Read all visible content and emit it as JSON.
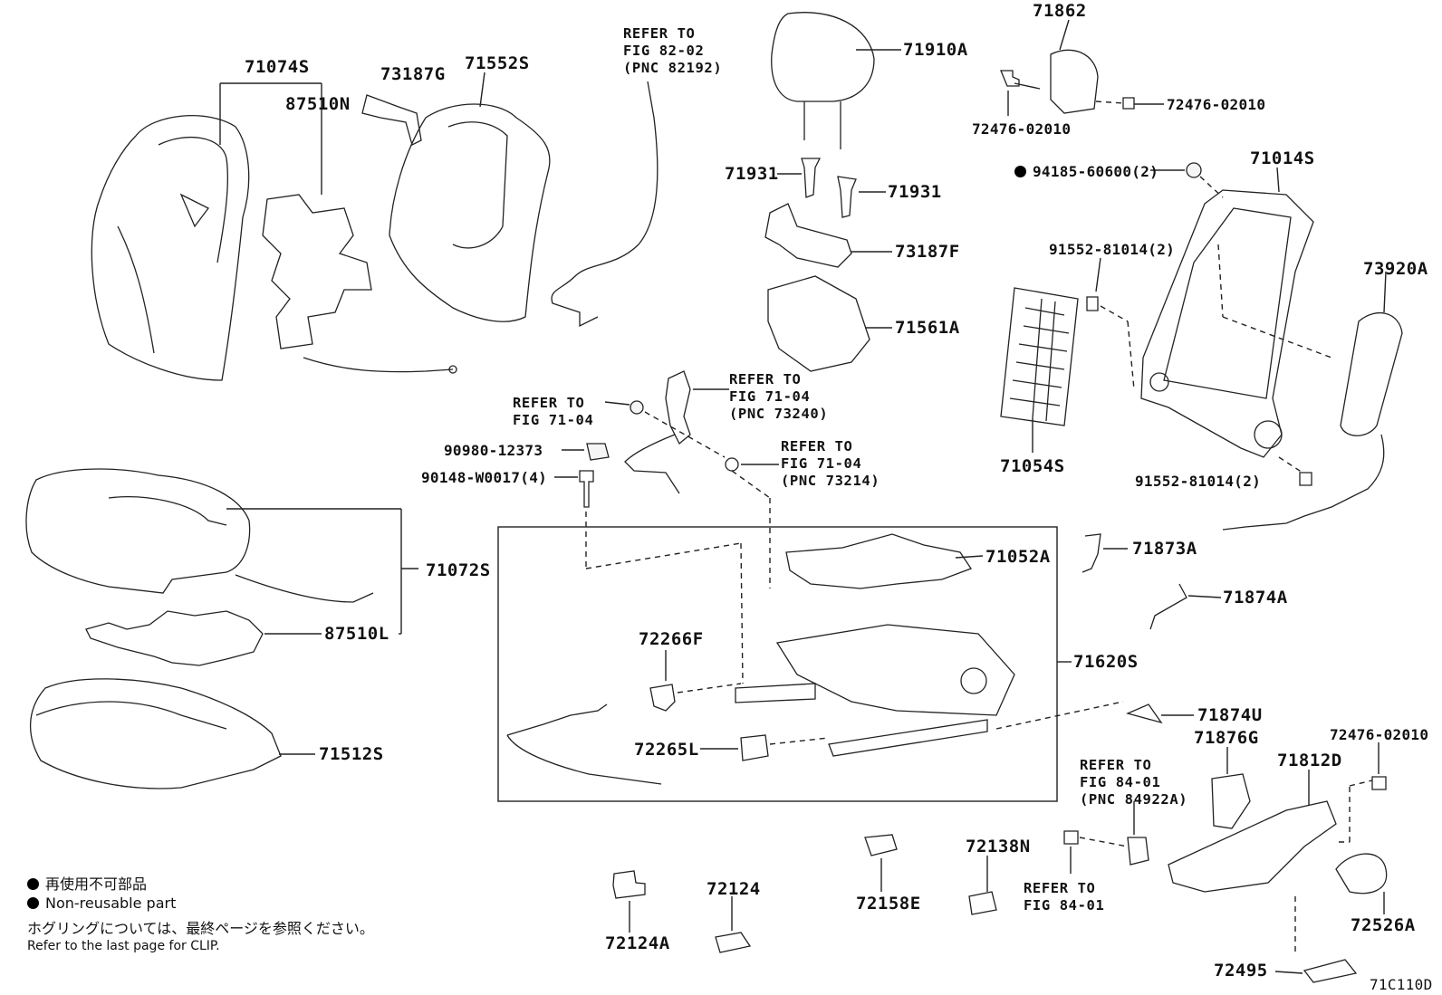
{
  "parts": {
    "p71074S": "71074S",
    "p73187G": "73187G",
    "p71552S": "71552S",
    "p87510N": "87510N",
    "p71910A": "71910A",
    "p71862": "71862",
    "p72476_02010_a": "72476-02010",
    "p72476_02010_b": "72476-02010",
    "p72476_02010_c": "72476-02010",
    "p71931_a": "71931",
    "p71931_b": "71931",
    "p73187F": "73187F",
    "p71561A": "71561A",
    "p94185": "94185-60600(2)",
    "p71014S": "71014S",
    "p91552_a": "91552-81014(2)",
    "p91552_b": "91552-81014(2)",
    "p73920A": "73920A",
    "p71054S": "71054S",
    "p90980": "90980-12373",
    "p90148": "90148-W0017(4)",
    "p71072S": "71072S",
    "p87510L": "87510L",
    "p71512S": "71512S",
    "p71052A": "71052A",
    "p71620S": "71620S",
    "p72266F": "72266F",
    "p72265L": "72265L",
    "p71873A": "71873A",
    "p71874A": "71874A",
    "p71874U": "71874U",
    "p71876G": "71876G",
    "p71812D": "71812D",
    "p72526A": "72526A",
    "p72495": "72495",
    "p72138N": "72138N",
    "p72158E": "72158E",
    "p72124": "72124",
    "p72124A": "72124A"
  },
  "refs": {
    "r1": "REFER TO\nFIG 82-02\n(PNC 82192)",
    "r2": "REFER TO\nFIG 71-04",
    "r3": "REFER TO\nFIG 71-04\n(PNC 73240)",
    "r4": "REFER TO\nFIG 71-04\n(PNC 73214)",
    "r5": "REFER TO\nFIG 84-01\n(PNC 84922A)",
    "r6": "REFER TO\nFIG 84-01"
  },
  "notes": {
    "jp_nonreusable": "再使用不可部品",
    "en_nonreusable": "Non-reusable part",
    "jp_clip": "ホグリングについては、最終ページを参照ください。",
    "en_clip": "Refer to the last page for CLIP."
  },
  "figure_code": "71C110D"
}
